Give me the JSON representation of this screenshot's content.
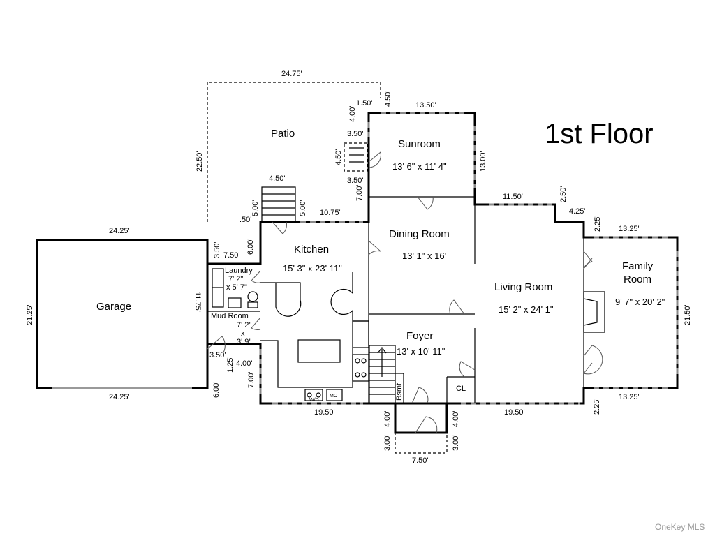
{
  "title": "1st Floor",
  "watermark": "OneKey MLS",
  "rooms": {
    "patio": {
      "name": "Patio"
    },
    "sunroom": {
      "name": "Sunroom",
      "size": "13' 6\" x 11' 4\""
    },
    "dining": {
      "name": "Dining Room",
      "size": "13' 1\" x 16'"
    },
    "kitchen": {
      "name": "Kitchen",
      "size": "15' 3\" x 23' 11\""
    },
    "living": {
      "name": "Living Room",
      "size": "15' 2\" x 24' 1\""
    },
    "family": {
      "name_line1": "Family",
      "name_line2": "Room",
      "size": "9' 7\" x 20' 2\""
    },
    "garage": {
      "name": "Garage"
    },
    "laundry": {
      "name": "Laundry",
      "size_line1": "7' 2\"",
      "size_line2": "x 5' 7\""
    },
    "mudroom": {
      "name": "Mud Room",
      "size_line1": "7' 2\"",
      "size_line2": "x",
      "size_line3": "3' 9\""
    },
    "foyer": {
      "name": "Foyer",
      "size": "13' x 10' 11\""
    },
    "closet": {
      "name": "CL"
    },
    "basement": {
      "name": "Bsmt"
    }
  },
  "fixtures": {
    "washer_dryer": "W/D",
    "microwave": "MO"
  },
  "dimensions": {
    "d_24_75": "24.75'",
    "d_4_50_a": "4.50'",
    "d_1_50": "1.50'",
    "d_4_00_a": "4.00'",
    "d_13_50": "13.50'",
    "d_3_50_a": "3.50'",
    "d_4_50_b": "4.50'",
    "d_3_50_b": "3.50'",
    "d_13_00": "13.00'",
    "d_22_50": "22.50'",
    "d_4_50_c": "4.50'",
    "d_5_00_a": "5.00'",
    "d_5_00_b": "5.00'",
    "d_50": ".50'",
    "d_10_75": "10.75'",
    "d_7_00_a": "7.00'",
    "d_11_50": "11.50'",
    "d_2_50": "2.50'",
    "d_4_25": "4.25'",
    "d_2_25_a": "2.25'",
    "d_13_25_a": "13.25'",
    "d_24_25_a": "24.25'",
    "d_3_50_c": "3.50'",
    "d_6_00_a": "6.00'",
    "d_7_50_a": "7.50'",
    "d_11_75": "11.75'",
    "d_21_25": "21.25'",
    "d_3_50_d": "3.50'",
    "d_4_00_b": "4.00'",
    "d_1_25": "1.25'",
    "d_7_00_b": "7.00'",
    "d_6_00_b": "6.00'",
    "d_24_25_b": "24.25'",
    "d_19_50_a": "19.50'",
    "d_4_00_c": "4.00'",
    "d_4_00_d": "4.00'",
    "d_3_00_a": "3.00'",
    "d_3_00_b": "3.00'",
    "d_7_50_b": "7.50'",
    "d_19_50_b": "19.50'",
    "d_2_25_b": "2.25'",
    "d_13_25_b": "13.25'",
    "d_21_50": "21.50'"
  }
}
